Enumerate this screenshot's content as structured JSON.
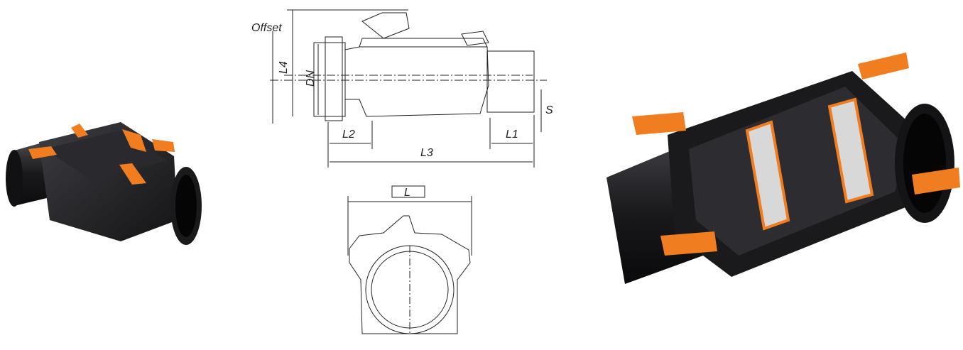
{
  "colors": {
    "body": "#1c1c1e",
    "body_light": "#3a3a3e",
    "accent": "#f07d1f",
    "accent_dark": "#c85e0c",
    "line": "#222222",
    "insert": "#d8d8d8"
  },
  "labels": {
    "offset": "Offset",
    "l4": "L4",
    "dn": "DN",
    "s": "S",
    "l2": "L2",
    "l1": "L1",
    "l3": "L3",
    "l": "L"
  }
}
